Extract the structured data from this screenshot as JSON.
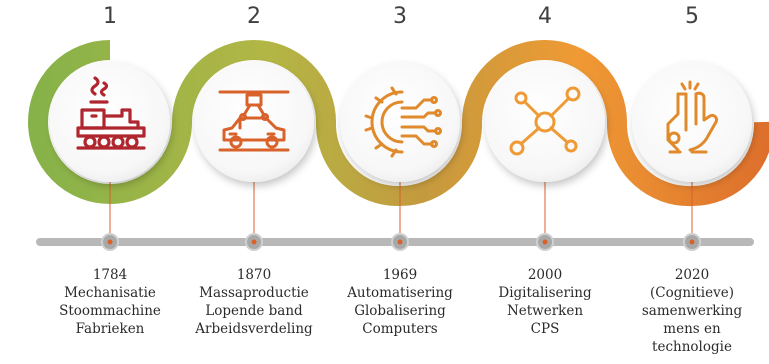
{
  "stages": [
    {
      "number": "1",
      "year": "1784",
      "lines": [
        "Mechanisatie",
        "Stoommachine",
        "Fabrieken"
      ],
      "icon": "steam-locomotive-icon",
      "ring_color": "#7fb24a",
      "icon_color": "#b0262e"
    },
    {
      "number": "2",
      "year": "1870",
      "lines": [
        "Massaproductie",
        "Lopende band",
        "Arbeidsverdeling"
      ],
      "icon": "car-assembly-line-icon",
      "ring_color": "#b3b645",
      "icon_color": "#d9612a"
    },
    {
      "number": "3",
      "year": "1969",
      "lines": [
        "Automatisering",
        "Globalisering",
        "Computers"
      ],
      "icon": "circuit-gear-icon",
      "ring_color": "#c79a3e",
      "icon_color": "#e08a2c"
    },
    {
      "number": "4",
      "year": "2000",
      "lines": [
        "Digitalisering",
        "Netwerken",
        "CPS"
      ],
      "icon": "network-nodes-icon",
      "ring_color": "#ef9a34",
      "icon_color": "#ef9a34"
    },
    {
      "number": "5",
      "year": "2020",
      "lines": [
        "(Cognitieve)",
        "samenwerking",
        "mens en",
        "technologie"
      ],
      "icon": "robot-human-high-five-icon",
      "ring_color": "#dd6f2c",
      "icon_color": "#e08a2c"
    }
  ],
  "colors": {
    "timeline": "#b8b8b8",
    "node": "#a8a8a8",
    "connector": "#d9612a",
    "ribbon_start": "#7fb24a",
    "ribbon_end": "#dd6f2c"
  }
}
